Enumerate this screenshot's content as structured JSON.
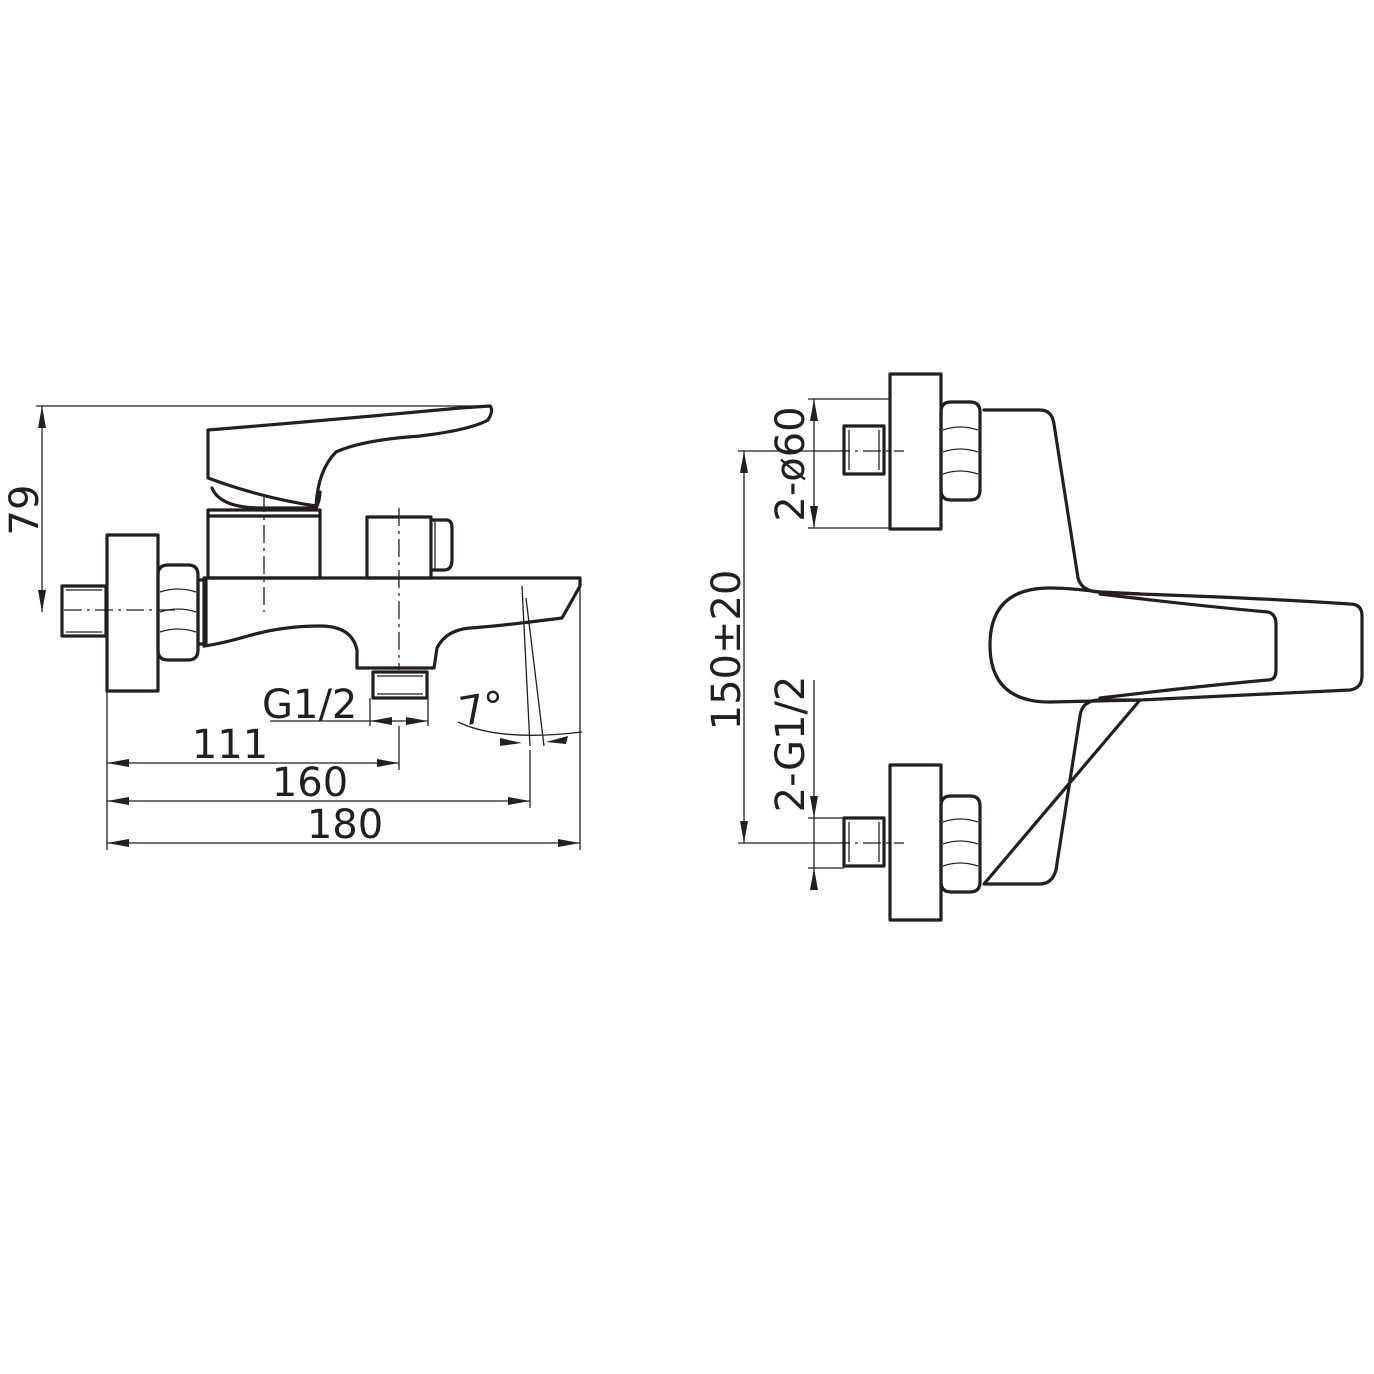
{
  "side_view": {
    "dim_height": "79",
    "dim_outlet_thread": "G1/2",
    "dim_angle": "7°",
    "dim_111": "111",
    "dim_160": "160",
    "dim_180": "180"
  },
  "front_view": {
    "dim_center_distance": "150±20",
    "dim_flange_diameter": "2-ø60",
    "dim_inlet_thread": "2-G1/2"
  },
  "colors": {
    "line": "#231f20",
    "background": "#ffffff"
  }
}
